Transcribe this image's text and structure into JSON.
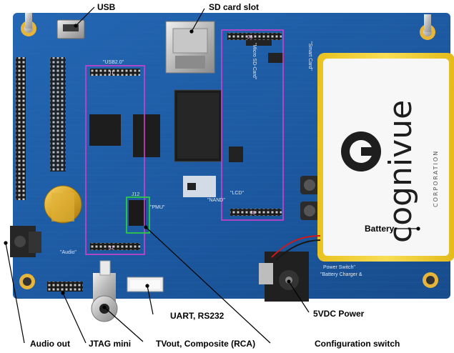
{
  "labels": {
    "usb": "USB",
    "sd_card_slot": "SD card slot",
    "battery": "Battery",
    "uart": "UART, RS232",
    "power": "5VDC Power",
    "audio_out": "Audio out",
    "jtag": "JTAG mini",
    "tvout": "TVout, Composite (RCA)",
    "config_switch": "Configuration switch"
  },
  "board_text": {
    "usb20": "\"USB2.0\"",
    "micro_sd": "\"Micro SD-Card\"",
    "smart_card": "\"Smart Card\"",
    "lcd": "\"LCD\"",
    "nand": "\"NAND\"",
    "pmu": "\"PMU\"",
    "audio": "\"Audio\"",
    "power_switch": "Power Switch\"",
    "battery_charger": "\"Battery Charger &",
    "j1": "J1",
    "j2": "J2",
    "j6": "J6",
    "j8": "J8",
    "j12": "J12"
  },
  "logo": {
    "brand": "cognivue",
    "sub": "CORPORATION"
  },
  "colors": {
    "pcb": "#1f5ea8",
    "pcb_dark": "#164a86",
    "silk": "#dfe8f2",
    "magenta": "#d040d0",
    "green": "#2fd63a",
    "battery_wrap": "#f4d33a",
    "battery_face": "#f7f7f7"
  }
}
